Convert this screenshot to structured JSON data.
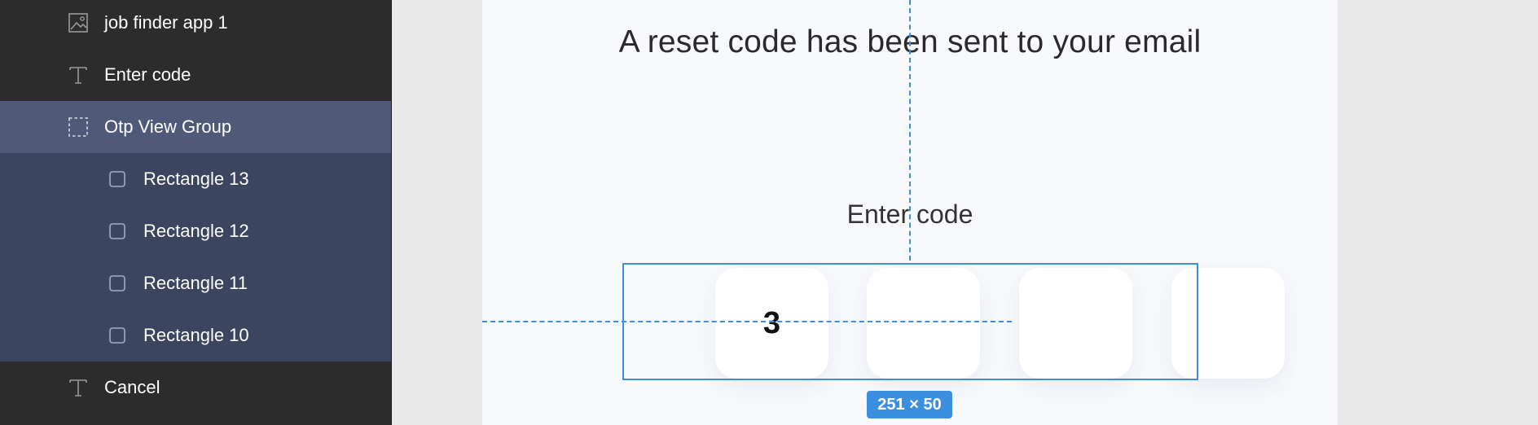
{
  "layers": [
    {
      "label": "job finder app 1",
      "icon": "image-icon",
      "state": "normal"
    },
    {
      "label": "Enter code",
      "icon": "text-icon",
      "state": "normal"
    },
    {
      "label": "Otp View Group",
      "icon": "frame-group-icon",
      "state": "selected"
    },
    {
      "label": "Rectangle 13",
      "icon": "rectangle-icon",
      "state": "child"
    },
    {
      "label": "Rectangle 12",
      "icon": "rectangle-icon",
      "state": "child"
    },
    {
      "label": "Rectangle 11",
      "icon": "rectangle-icon",
      "state": "child"
    },
    {
      "label": "Rectangle 10",
      "icon": "rectangle-icon",
      "state": "child"
    },
    {
      "label": "Cancel",
      "icon": "text-icon",
      "state": "normal"
    }
  ],
  "canvas": {
    "headline": "A reset code has been sent to your email",
    "enter_code_label": "Enter code",
    "otp_values": [
      "3",
      "",
      "",
      ""
    ],
    "selection_size": "251 × 50"
  },
  "colors": {
    "panel_bg": "#2c2c2c",
    "selected_row": "#4e5a78",
    "child_row": "#3c4560",
    "accent_blue": "#3b8ee0",
    "frame_bg": "#f7f9fc"
  }
}
